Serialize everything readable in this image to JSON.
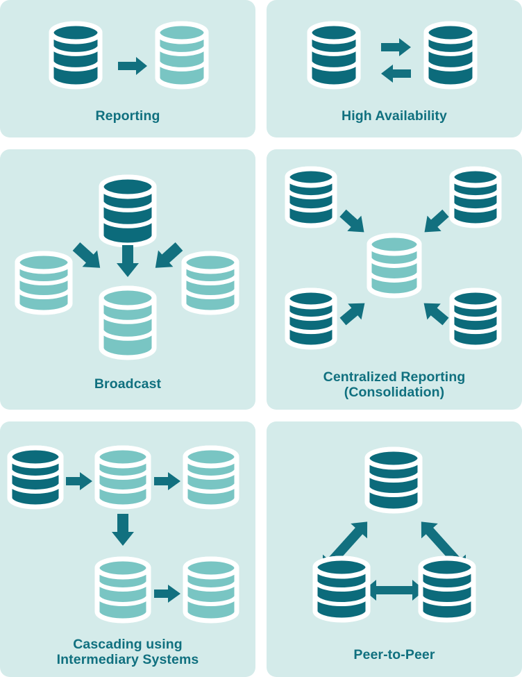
{
  "figure": {
    "title_implicit": "Database replication topologies",
    "panel_count": 6,
    "colors": {
      "page_background": "#ffffff",
      "panel_background": "#d4ebea",
      "database_primary": "#0c6b7b",
      "database_replica": "#79c5c3",
      "outline": "#ffffff",
      "arrow": "#12707f",
      "label_text": "#10707f"
    }
  },
  "panels": [
    {
      "id": "reporting",
      "label": "Reporting",
      "nodes": [
        {
          "name": "source-database",
          "role": "primary",
          "color": "dark"
        },
        {
          "name": "reporting-database",
          "role": "replica",
          "color": "light"
        }
      ],
      "arrows": [
        {
          "from": "source-database",
          "to": "reporting-database",
          "direction": "one-way"
        }
      ]
    },
    {
      "id": "high-availability",
      "label": "High Availability",
      "nodes": [
        {
          "name": "primary-database",
          "role": "primary",
          "color": "dark"
        },
        {
          "name": "standby-database",
          "role": "primary",
          "color": "dark"
        }
      ],
      "arrows": [
        {
          "from": "primary-database",
          "to": "standby-database",
          "direction": "one-way"
        },
        {
          "from": "standby-database",
          "to": "primary-database",
          "direction": "one-way"
        }
      ]
    },
    {
      "id": "broadcast",
      "label": "Broadcast",
      "nodes": [
        {
          "name": "source-database",
          "role": "primary",
          "color": "dark"
        },
        {
          "name": "replica-left",
          "role": "replica",
          "color": "light"
        },
        {
          "name": "replica-center",
          "role": "replica",
          "color": "light"
        },
        {
          "name": "replica-right",
          "role": "replica",
          "color": "light"
        }
      ],
      "arrows": [
        {
          "from": "source-database",
          "to": "replica-left",
          "direction": "one-way"
        },
        {
          "from": "source-database",
          "to": "replica-center",
          "direction": "one-way"
        },
        {
          "from": "source-database",
          "to": "replica-right",
          "direction": "one-way"
        }
      ]
    },
    {
      "id": "centralized-reporting",
      "label": "Centralized Reporting\n(Consolidation)",
      "label_line_1": "Centralized Reporting",
      "label_line_2": "(Consolidation)",
      "nodes": [
        {
          "name": "source-top-left",
          "role": "primary",
          "color": "dark"
        },
        {
          "name": "source-top-right",
          "role": "primary",
          "color": "dark"
        },
        {
          "name": "source-bottom-left",
          "role": "primary",
          "color": "dark"
        },
        {
          "name": "source-bottom-right",
          "role": "primary",
          "color": "dark"
        },
        {
          "name": "consolidated-database",
          "role": "replica",
          "color": "light"
        }
      ],
      "arrows": [
        {
          "from": "source-top-left",
          "to": "consolidated-database",
          "direction": "one-way"
        },
        {
          "from": "source-top-right",
          "to": "consolidated-database",
          "direction": "one-way"
        },
        {
          "from": "source-bottom-left",
          "to": "consolidated-database",
          "direction": "one-way"
        },
        {
          "from": "source-bottom-right",
          "to": "consolidated-database",
          "direction": "one-way"
        }
      ]
    },
    {
      "id": "cascading",
      "label": "Cascading using\nIntermediary Systems",
      "label_line_1": "Cascading using",
      "label_line_2": "Intermediary Systems",
      "nodes": [
        {
          "name": "source-database",
          "role": "primary",
          "color": "dark"
        },
        {
          "name": "intermediary-database",
          "role": "replica",
          "color": "light"
        },
        {
          "name": "leaf-top-right",
          "role": "replica",
          "color": "light"
        },
        {
          "name": "leaf-bottom-left",
          "role": "replica",
          "color": "light"
        },
        {
          "name": "leaf-bottom-right",
          "role": "replica",
          "color": "light"
        }
      ],
      "arrows": [
        {
          "from": "source-database",
          "to": "intermediary-database",
          "direction": "one-way"
        },
        {
          "from": "intermediary-database",
          "to": "leaf-top-right",
          "direction": "one-way"
        },
        {
          "from": "intermediary-database",
          "to": "leaf-bottom-left",
          "direction": "one-way"
        },
        {
          "from": "leaf-bottom-left",
          "to": "leaf-bottom-right",
          "direction": "one-way"
        }
      ]
    },
    {
      "id": "peer-to-peer",
      "label": "Peer-to-Peer",
      "nodes": [
        {
          "name": "peer-top",
          "role": "primary",
          "color": "dark"
        },
        {
          "name": "peer-bottom-left",
          "role": "primary",
          "color": "dark"
        },
        {
          "name": "peer-bottom-right",
          "role": "primary",
          "color": "dark"
        }
      ],
      "arrows": [
        {
          "from": "peer-top",
          "to": "peer-bottom-left",
          "direction": "two-way"
        },
        {
          "from": "peer-top",
          "to": "peer-bottom-right",
          "direction": "two-way"
        },
        {
          "from": "peer-bottom-left",
          "to": "peer-bottom-right",
          "direction": "two-way"
        }
      ]
    }
  ]
}
